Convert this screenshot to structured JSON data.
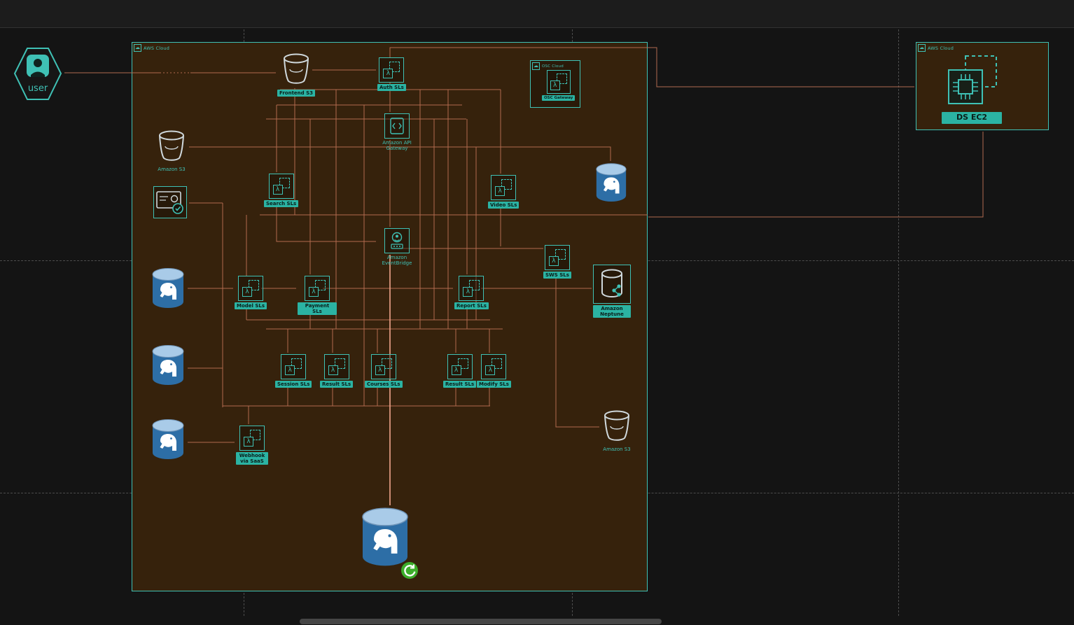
{
  "canvas": {
    "title": "AWS serverless architecture diagram"
  },
  "colors": {
    "background": "#141414",
    "accent": "#3fc1b5",
    "container_fill": "#36220c",
    "connector": "#b96f52",
    "connector_bright": "#f0a58c",
    "postgres_body": "#2d6ea6",
    "postgres_top": "#a9cbe8",
    "badge_green": "#3dae2b",
    "label_bg": "#2bb3a3"
  },
  "icons": {
    "lambda": "λ",
    "cloud": "☁"
  },
  "user_node": {
    "label": "user"
  },
  "containers": {
    "aws_main": {
      "label": "AWS Cloud"
    },
    "osc": {
      "label": "OSC Cloud"
    },
    "aws_right": {
      "label": "AWS Cloud"
    }
  },
  "nodes": {
    "frontend_s3": {
      "label": "Frontend S3",
      "type": "s3-bucket"
    },
    "auth_sls": {
      "label": "Auth SLs",
      "type": "lambda"
    },
    "osc_gateway": {
      "label": "OSC Gateway",
      "type": "lambda"
    },
    "api_gateway": {
      "label": "Amazon API Gateway",
      "type": "api-gateway"
    },
    "s3_upper": {
      "label": "Amazon S3",
      "type": "s3-bucket"
    },
    "verified_id": {
      "type": "id-card"
    },
    "search_sls": {
      "label": "Search SLs",
      "type": "lambda"
    },
    "video_sls": {
      "label": "Video SLs",
      "type": "lambda"
    },
    "postgres_top_right": {
      "type": "postgresql"
    },
    "eventbridge": {
      "label": "Amazon EventBridge",
      "type": "event-service"
    },
    "sws_sls": {
      "label": "SWS SLs",
      "type": "lambda"
    },
    "neptune": {
      "label": "Amazon Neptune",
      "type": "neptune-db"
    },
    "postgres_left_1": {
      "type": "postgresql"
    },
    "model_sls": {
      "label": "Model SLs",
      "type": "lambda"
    },
    "payment_sls": {
      "label": "Payment SLs",
      "type": "lambda"
    },
    "report_sls": {
      "label": "Report SLs",
      "type": "lambda"
    },
    "postgres_left_2": {
      "type": "postgresql"
    },
    "session_sls": {
      "label": "Session SLs",
      "type": "lambda"
    },
    "result_sls": {
      "label": "Result SLs",
      "type": "lambda"
    },
    "courses_sls": {
      "label": "Courses SLs",
      "type": "lambda"
    },
    "result2_sls": {
      "label": "Result SLs",
      "type": "lambda"
    },
    "modify_sls": {
      "label": "Modify SLs",
      "type": "lambda"
    },
    "postgres_left_3": {
      "type": "postgresql"
    },
    "webhook_sls": {
      "label": "Webhook via SaaS",
      "type": "lambda"
    },
    "s3_lower": {
      "label": "Amazon S3",
      "type": "s3-bucket"
    },
    "postgres_main": {
      "type": "postgresql-replicated"
    },
    "ds_ec2": {
      "label": "DS EC2",
      "type": "ec2"
    }
  }
}
